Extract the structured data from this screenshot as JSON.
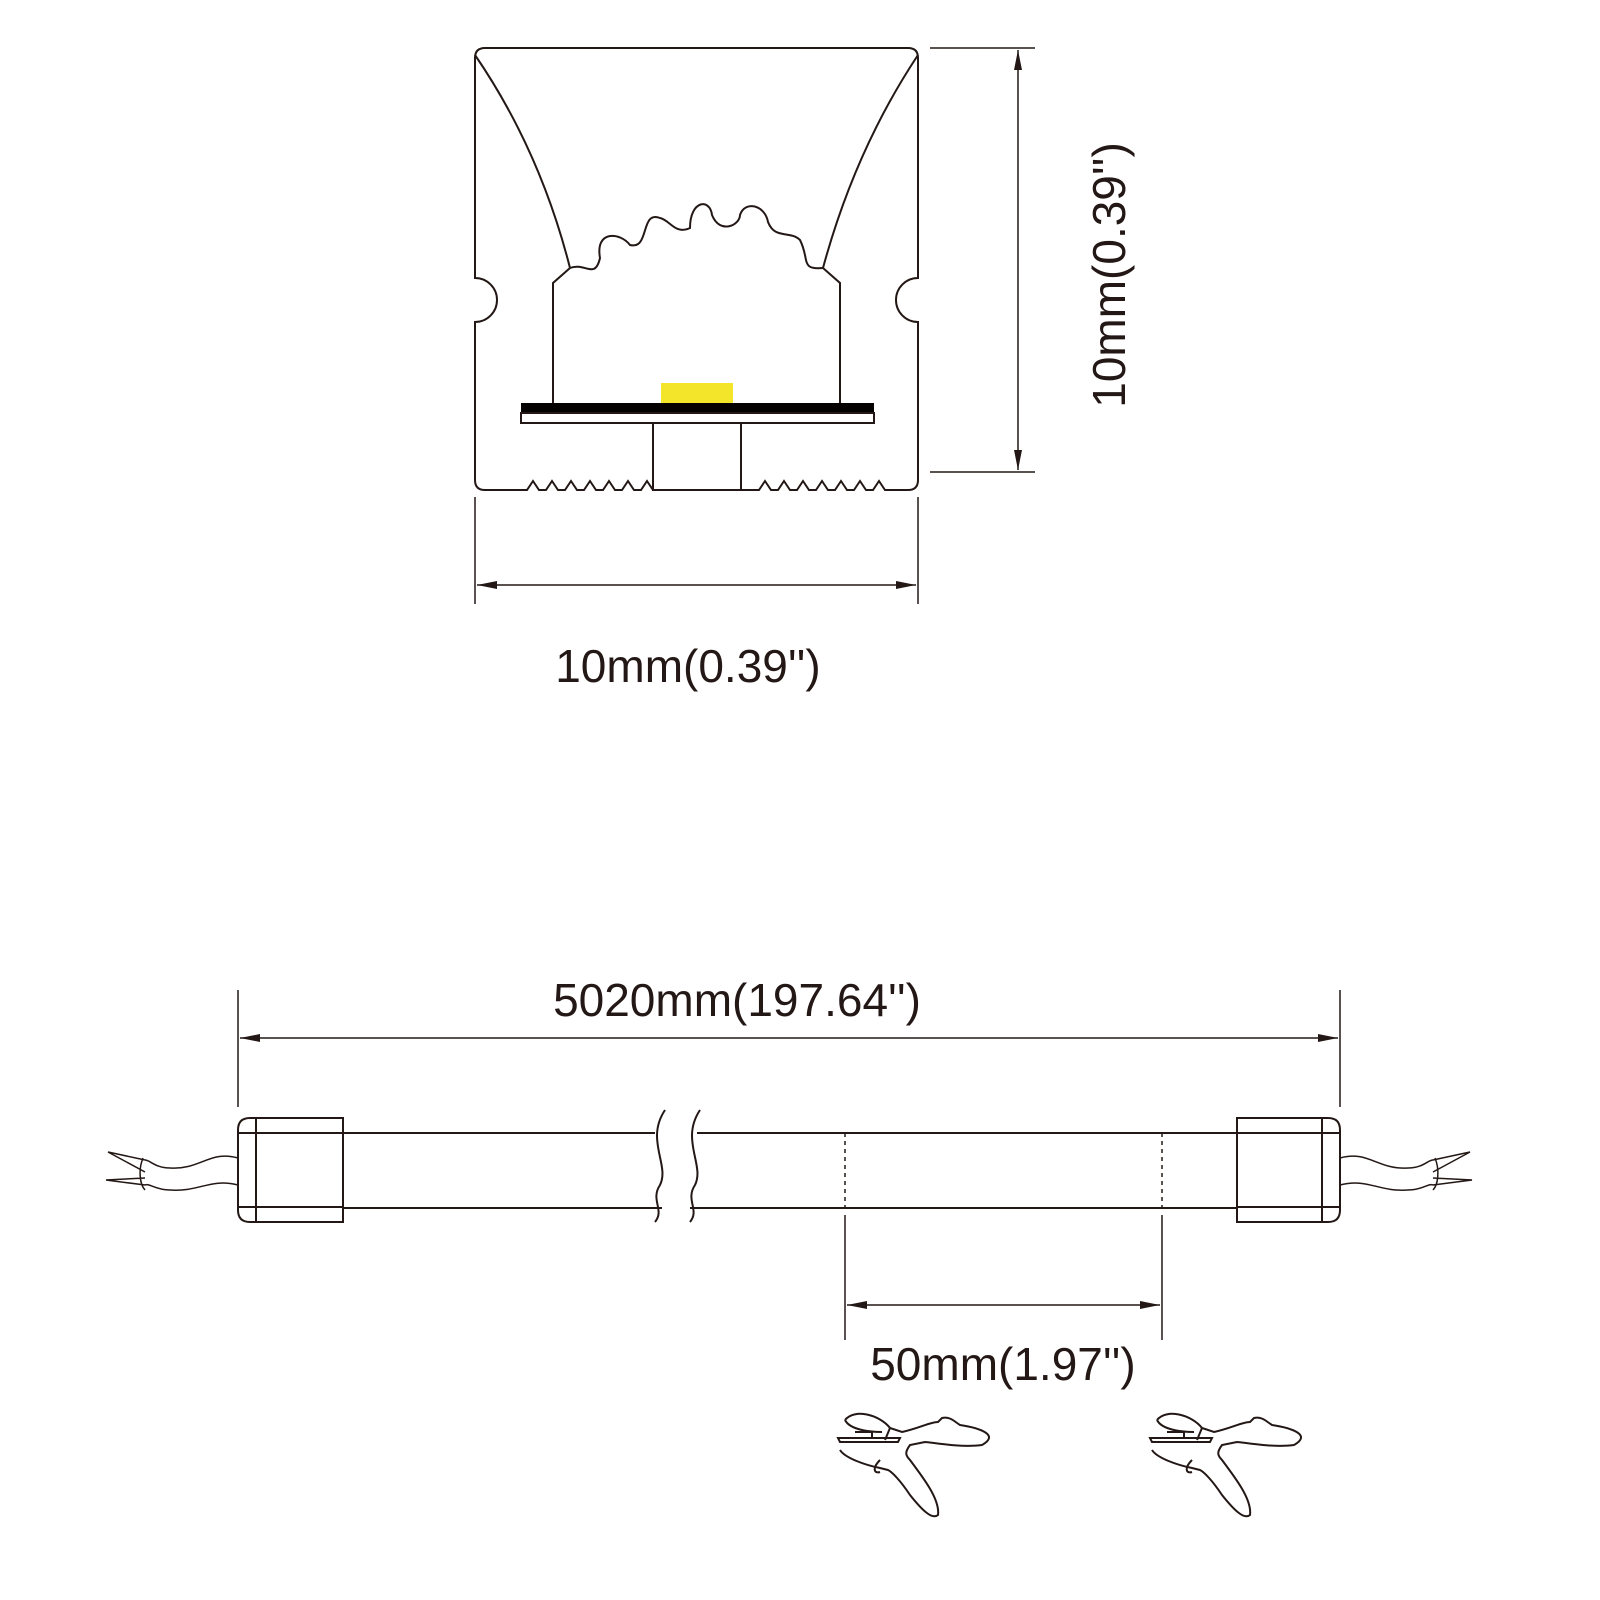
{
  "cross_section": {
    "height_label": "10mm(0.39'')",
    "width_label": "10mm(0.39'')",
    "led_color": "#f2e52a"
  },
  "strip": {
    "length_label": "5020mm(197.64'')",
    "cut_unit_label": "50mm(1.97'')"
  }
}
